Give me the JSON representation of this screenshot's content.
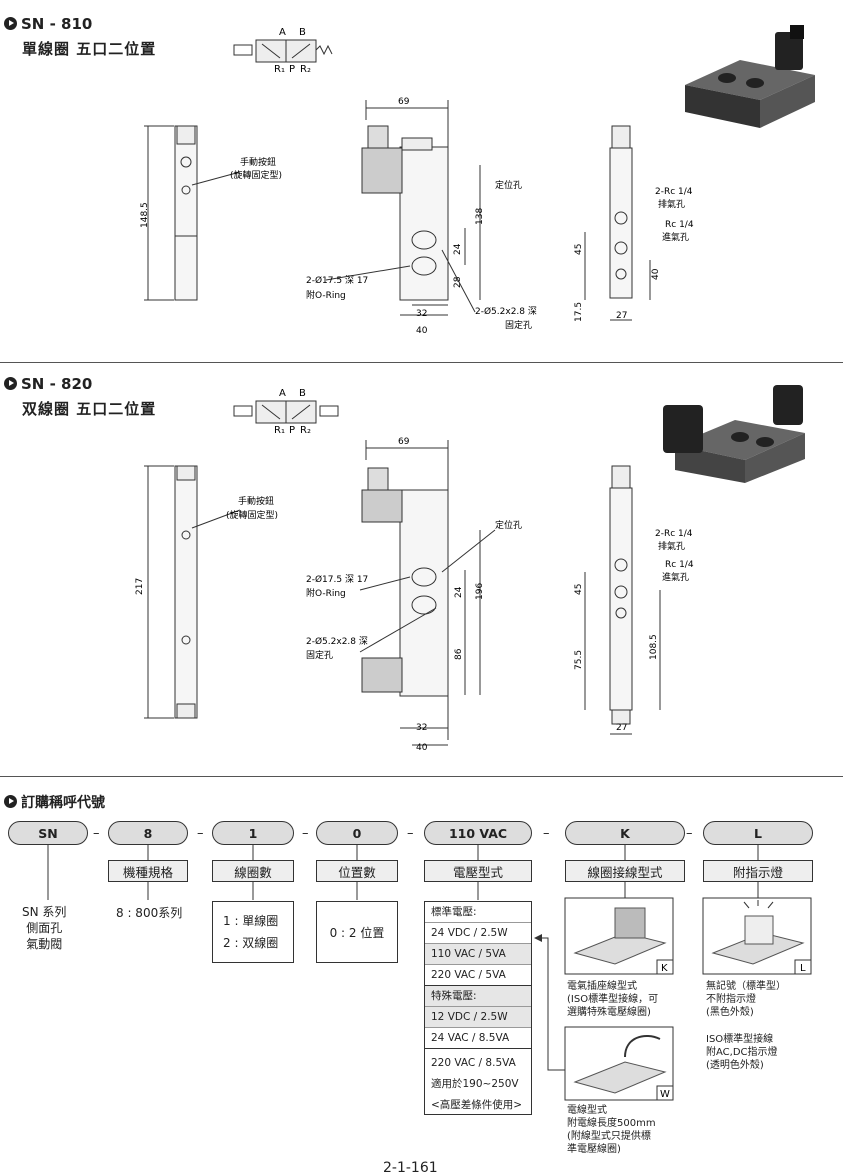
{
  "sections": [
    {
      "model": "SN - 810",
      "title": "單線圈  五口二位置"
    },
    {
      "model": "SN - 820",
      "title": "双線圈  五口二位置"
    }
  ],
  "symbol": {
    "a": "A",
    "b": "B",
    "r1": "R₁",
    "p": "P",
    "r2": "R₂"
  },
  "drawing810": {
    "d69": "69",
    "d148": "148.5",
    "manual": "手動按鈕",
    "manual2": "(旋轉固定型)",
    "pos_hole": "定位孔",
    "d138": "138",
    "d24": "24",
    "d28": "28",
    "port": "2-Ø17.5 深 17",
    "oring": "附O-Ring",
    "d32": "32",
    "d40": "40",
    "fix": "2-Ø5.2x2.8 深",
    "fix2": "固定孔",
    "rc14": "2-Rc 1/4",
    "exhaust": "排氣孔",
    "rc14b": "Rc 1/4",
    "intake": "進氣孔",
    "d45": "45",
    "d40b": "40",
    "d175": "17.5",
    "d27": "27"
  },
  "drawing820": {
    "d69": "69",
    "d217": "217",
    "manual": "手動按鈕",
    "manual2": "(旋轉固定型)",
    "pos_hole": "定位孔",
    "port": "2-Ø17.5 深 17",
    "oring": "附O-Ring",
    "d24": "24",
    "d196": "196",
    "fix": "2-Ø5.2x2.8 深",
    "fix2": "固定孔",
    "d86": "86",
    "d32": "32",
    "d40": "40",
    "rc14": "2-Rc 1/4",
    "exhaust": "排氣孔",
    "rc14b": "Rc 1/4",
    "intake": "進氣孔",
    "d45": "45",
    "d755": "75.5",
    "d1085": "108.5",
    "d27": "27"
  },
  "order": {
    "title": "訂購稱呼代號",
    "codes": [
      "SN",
      "8",
      "1",
      "0",
      "110 VAC",
      "K",
      "L"
    ],
    "labels": [
      "機種規格",
      "線圈數",
      "位置數",
      "電壓型式",
      "線圈接線型式",
      "附指示燈"
    ],
    "sn_desc": [
      "SN 系列",
      "側面孔",
      "氣動閥"
    ],
    "spec": "8 : 800系列",
    "coils": [
      "1 : 單線圈",
      "2 : 双線圈"
    ],
    "positions": "0 : 2 位置",
    "voltage": {
      "std_title": "標準電壓:",
      "std": [
        "24 VDC / 2.5W",
        "110 VAC / 5VA",
        "220 VAC / 5VA"
      ],
      "sp_title": "特殊電壓:",
      "sp": [
        "12 VDC / 2.5W",
        "24 VAC / 8.5VA",
        "220 VAC / 8.5VA"
      ],
      "note1": "適用於190~250V",
      "note2": "<高壓差條件使用>"
    },
    "wiring": {
      "k": "K",
      "k_desc": [
        "電氣插座線型式",
        "(ISO標準型接線，可",
        "選購特殊電壓線圈)"
      ],
      "w": "W",
      "w_desc": [
        "電線型式",
        "附電線長度500mm",
        "(附線型式只提供標",
        "準電壓線圈)"
      ]
    },
    "lamp": {
      "l": "L",
      "l_desc": [
        "無記號（標準型）",
        "不附指示燈",
        "(黑色外殼)"
      ],
      "iso": [
        "ISO標準型接線",
        "附AC,DC指示燈",
        "(透明色外殼)"
      ]
    }
  },
  "page_number": "2-1-161"
}
